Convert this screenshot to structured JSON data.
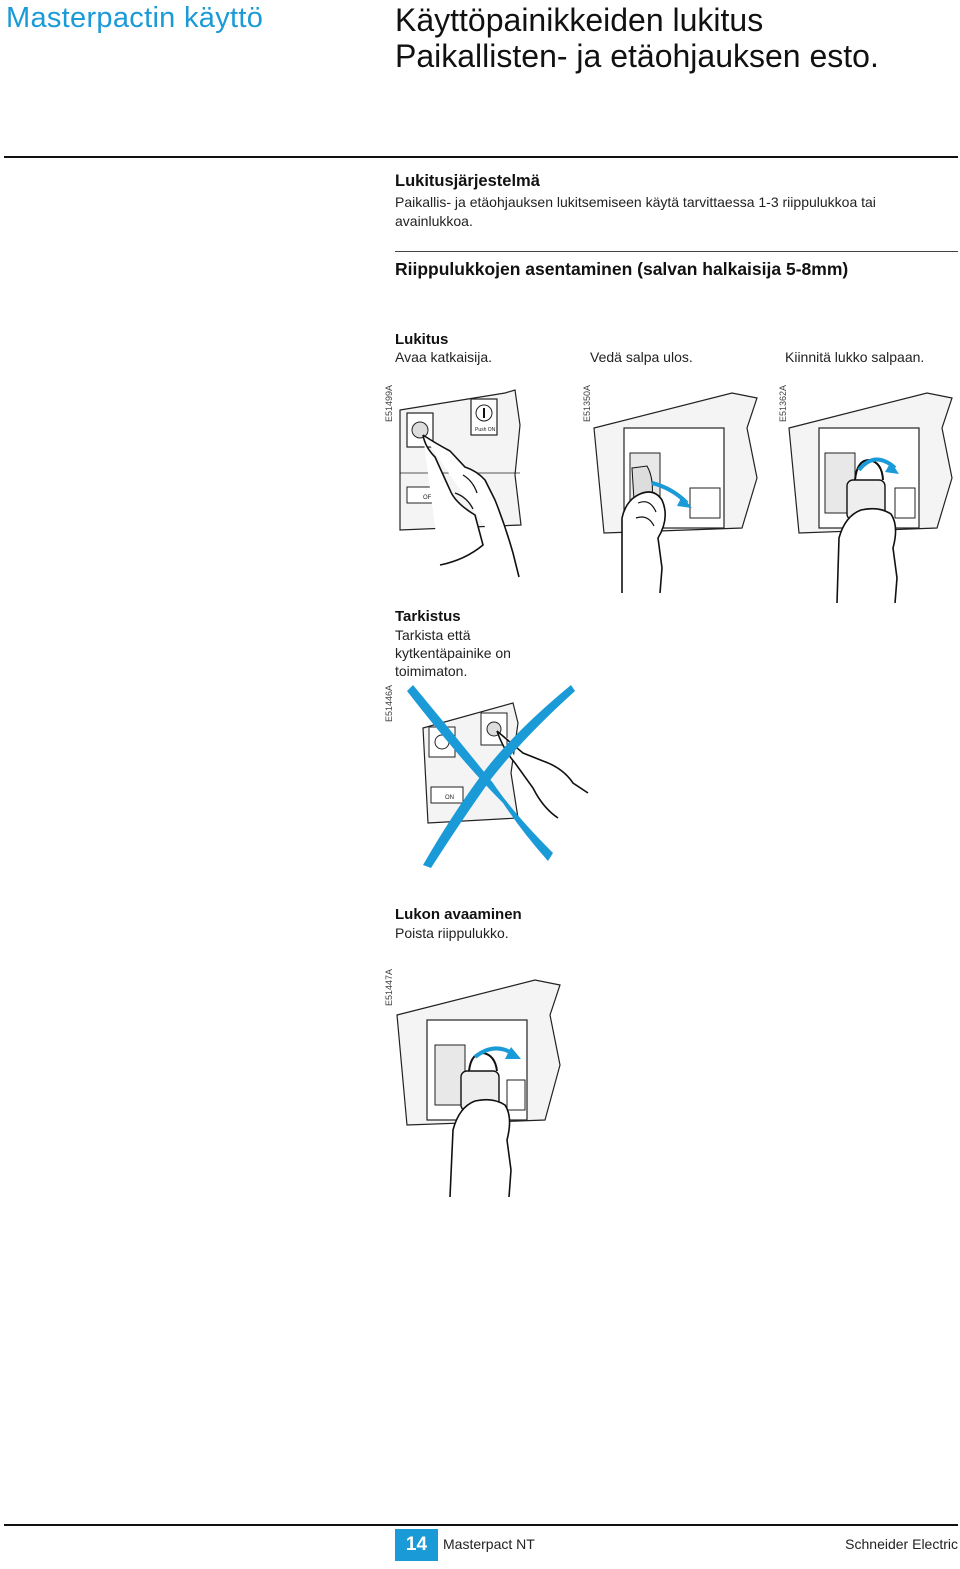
{
  "header": {
    "section": "Masterpactin käyttö",
    "title": "Käyttöpainikkeiden lukitus",
    "subtitle": "Paikallisten- ja etäohjauksen esto."
  },
  "system": {
    "heading": "Lukitusjärjestelmä",
    "text_line1": "Paikallis- ja etäohjauksen lukitsemiseen käytä tarvittaessa 1-3 riippulukkoa tai",
    "text_line2": "avainlukkoa."
  },
  "install": {
    "heading": "Riippulukkojen asentaminen (salvan halkaisija 5-8mm)"
  },
  "locking": {
    "heading": "Lukitus",
    "steps": [
      {
        "caption": "Avaa katkaisija.",
        "code": "E51499A",
        "label_push": "Push ON",
        "label_off": "OFF"
      },
      {
        "caption": "Vedä salpa ulos.",
        "code": "E51350A"
      },
      {
        "caption": "Kiinnitä lukko salpaan.",
        "code": "E51362A"
      }
    ]
  },
  "check": {
    "heading": "Tarkistus",
    "line1": "Tarkista että",
    "line2": "kytkentäpainike on",
    "line3": "toimimaton.",
    "code": "E51446A",
    "label_on": "ON"
  },
  "unlock": {
    "heading": "Lukon avaaminen",
    "caption": "Poista riippulukko.",
    "code": "E51447A"
  },
  "footer": {
    "page": "14",
    "product": "Masterpact NT",
    "brand": "Schneider Electric"
  },
  "colors": {
    "accent": "#1a9ad6",
    "text": "#111111"
  }
}
